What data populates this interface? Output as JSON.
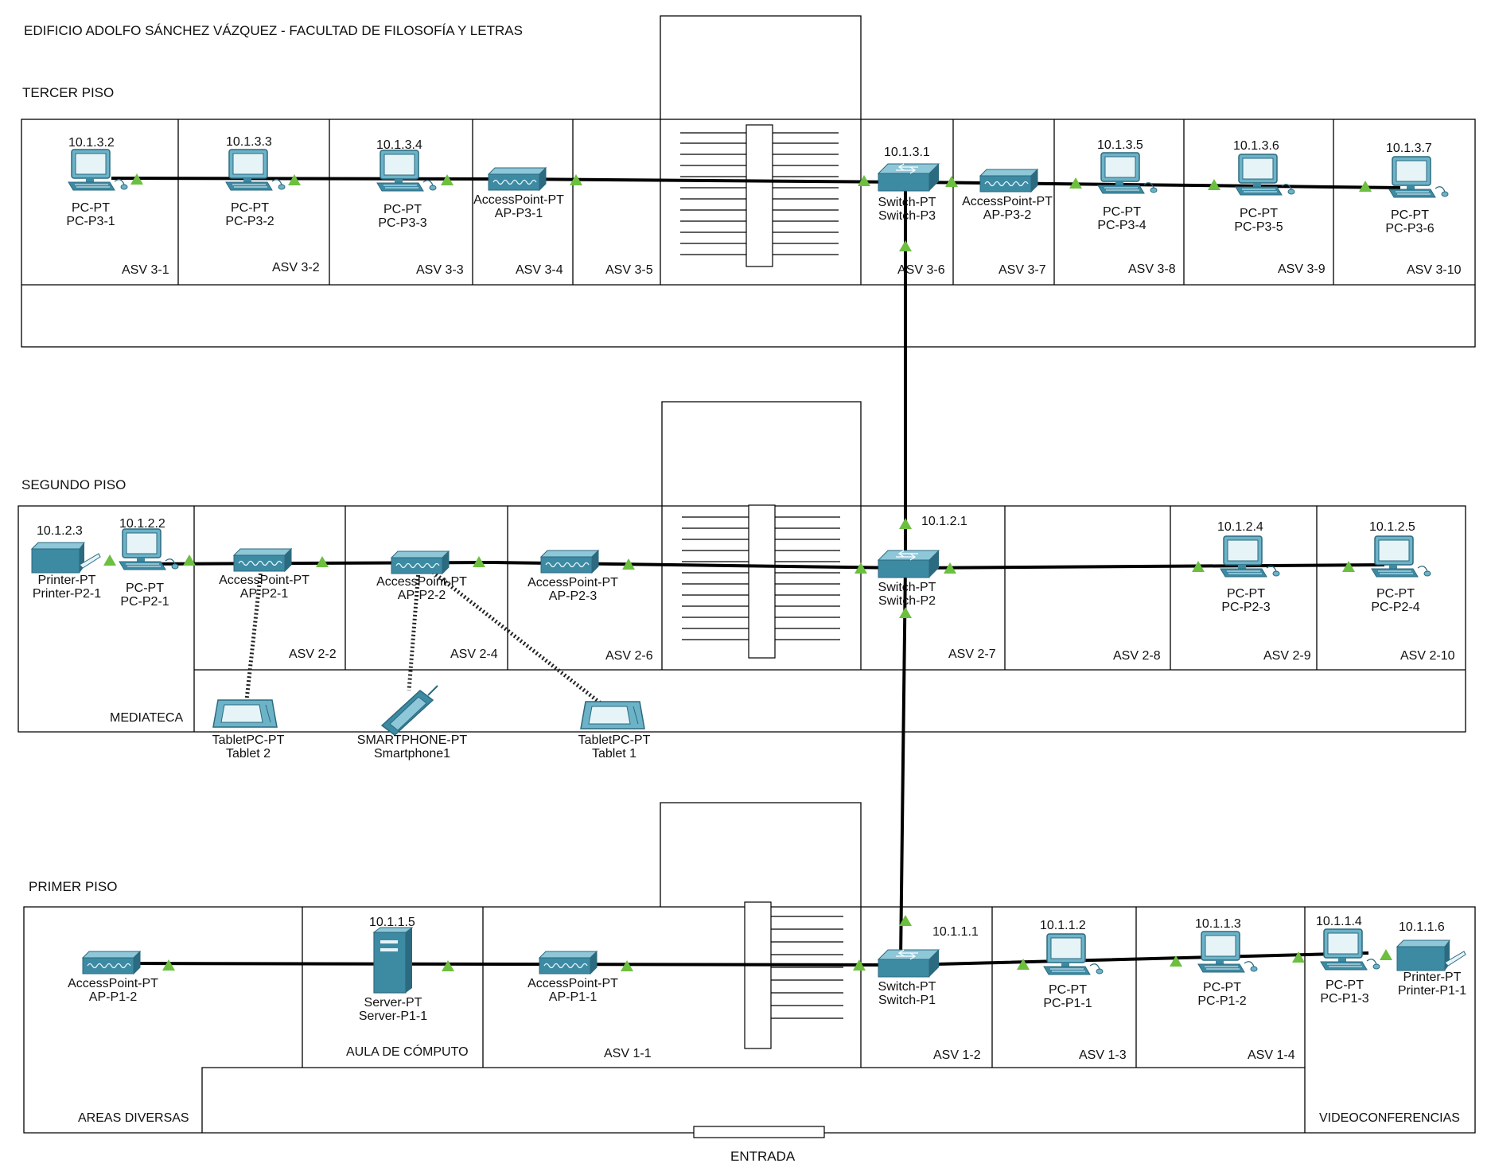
{
  "title": "EDIFICIO ADOLFO SÁNCHEZ VÁZQUEZ - FACULTAD DE FILOSOFÍA Y LETRAS",
  "floors": {
    "f3": "TERCER PISO",
    "f2": "SEGUNDO PISO",
    "f1": "PRIMER PISO"
  },
  "rooms": {
    "f3": [
      "ASV 3-1",
      "ASV 3-2",
      "ASV 3-3",
      "ASV 3-4",
      "ASV 3-5",
      "ASV 3-6",
      "ASV 3-7",
      "ASV 3-8",
      "ASV 3-9",
      "ASV 3-10"
    ],
    "f2": [
      "ASV 2-2",
      "ASV 2-4",
      "ASV 2-6",
      "ASV 2-7",
      "ASV 2-8",
      "ASV 2-9",
      "ASV 2-10",
      "MEDIATECA"
    ],
    "f1": [
      "AULA DE CÓMPUTO",
      "ASV 1-1",
      "ASV 1-2",
      "ASV 1-3",
      "ASV 1-4",
      "AREAS DIVERSAS",
      "VIDEOCONFERENCIAS"
    ]
  },
  "entrance": "ENTRADA",
  "ips": {
    "f3": [
      "10.1.3.2",
      "10.1.3.3",
      "10.1.3.4",
      "10.1.3.1",
      "10.1.3.5",
      "10.1.3.6",
      "10.1.3.7"
    ],
    "f2": [
      "10.1.2.3",
      "10.1.2.2",
      "10.1.2.1",
      "10.1.2.4",
      "10.1.2.5"
    ],
    "f1": [
      "10.1.1.5",
      "10.1.1.1",
      "10.1.1.2",
      "10.1.1.3",
      "10.1.1.4",
      "10.1.1.6"
    ]
  },
  "devices": {
    "f3": [
      {
        "type": "PC-PT",
        "name": "PC-P3-1"
      },
      {
        "type": "PC-PT",
        "name": "PC-P3-2"
      },
      {
        "type": "PC-PT",
        "name": "PC-P3-3"
      },
      {
        "type": "AccessPoint-PT",
        "name": "AP-P3-1"
      },
      {
        "type": "Switch-PT",
        "name": "Switch-P3"
      },
      {
        "type": "AccessPoint-PT",
        "name": "AP-P3-2"
      },
      {
        "type": "PC-PT",
        "name": "PC-P3-4"
      },
      {
        "type": "PC-PT",
        "name": "PC-P3-5"
      },
      {
        "type": "PC-PT",
        "name": "PC-P3-6"
      }
    ],
    "f2": [
      {
        "type": "Printer-PT",
        "name": "Printer-P2-1"
      },
      {
        "type": "PC-PT",
        "name": "PC-P2-1"
      },
      {
        "type": "AccessPoint-PT",
        "name": "AP-P2-1"
      },
      {
        "type": "AccessPoint-PT",
        "name": "AP-P2-2"
      },
      {
        "type": "AccessPoint-PT",
        "name": "AP-P2-3"
      },
      {
        "type": "Switch-PT",
        "name": "Switch-P2"
      },
      {
        "type": "PC-PT",
        "name": "PC-P2-3"
      },
      {
        "type": "PC-PT",
        "name": "PC-P2-4"
      },
      {
        "type": "TabletPC-PT",
        "name": "Tablet 2"
      },
      {
        "type": "SMARTPHONE-PT",
        "name": "Smartphone1"
      },
      {
        "type": "TabletPC-PT",
        "name": "Tablet 1"
      }
    ],
    "f1": [
      {
        "type": "AccessPoint-PT",
        "name": "AP-P1-2"
      },
      {
        "type": "Server-PT",
        "name": "Server-P1-1"
      },
      {
        "type": "AccessPoint-PT",
        "name": "AP-P1-1"
      },
      {
        "type": "Switch-PT",
        "name": "Switch-P1"
      },
      {
        "type": "PC-PT",
        "name": "PC-P1-1"
      },
      {
        "type": "PC-PT",
        "name": "PC-P1-2"
      },
      {
        "type": "PC-PT",
        "name": "PC-P1-3"
      },
      {
        "type": "Printer-PT",
        "name": "Printer-P1-1"
      }
    ]
  },
  "colors": {
    "device": "#3d8aa3",
    "device_light": "#6db3c8",
    "device_dark": "#2b6a7f",
    "link_up": "#6cbf3f",
    "cable": "#000000"
  }
}
